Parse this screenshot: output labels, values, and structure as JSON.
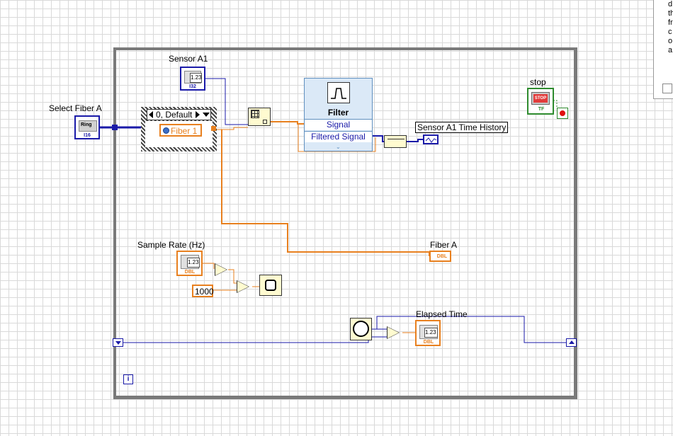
{
  "labels": {
    "sensor_a1": "Sensor A1",
    "select_fiber_a": "Select Fiber A",
    "stop": "stop",
    "sample_rate": "Sample Rate (Hz)",
    "fiber_a": "Fiber A",
    "elapsed_time": "Elapsed Time",
    "sensor_a1_time_history": "Sensor A1 Time History"
  },
  "terminals": {
    "numeric_badge": "I32",
    "numeric_value": "1.23",
    "ring_label": "Ring",
    "ring_badge": "I16",
    "stop_label": "STOP",
    "stop_badge": "TF",
    "dbl_badge": "DBL",
    "elapsed_value": "1.23"
  },
  "case_structure": {
    "selector": "0, Default",
    "fiber_constant": "Fiber 1"
  },
  "filter_express_vi": {
    "title": "Filter",
    "input_signal": "Signal",
    "output_filtered": "Filtered Signal"
  },
  "constants": {
    "sample_count": "1000"
  },
  "context_help_snippet": [
    "d",
    "th",
    "fr",
    "c",
    "o",
    "a"
  ],
  "colors": {
    "wire_blue": "#1a1aa8",
    "wire_orange": "#e8801f",
    "loop_border": "#7a7a7a",
    "express_fill": "#dbe9f7",
    "primitive_fill": "#fffbd0",
    "stop_green": "#2e8b2e"
  },
  "icons": {
    "info": "i",
    "loop_iteration_icon": "info-icon",
    "wait_timer_icon": "stopwatch-icon",
    "tick_count_icon": "clock-icon"
  }
}
